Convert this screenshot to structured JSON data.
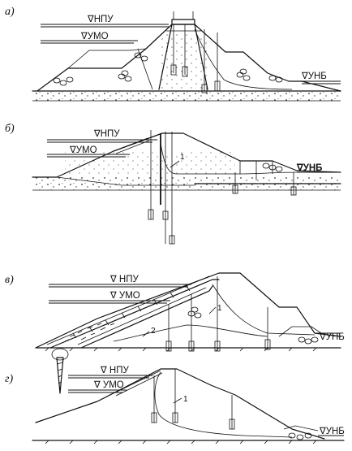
{
  "panels": [
    {
      "id": "a",
      "letter": "а)",
      "levels": [
        {
          "text": "∇НПУ"
        },
        {
          "text": "∇УМО"
        },
        {
          "text": "∇УНБ"
        }
      ],
      "numbers": []
    },
    {
      "id": "b",
      "letter": "б)",
      "levels": [
        {
          "text": "∇НПУ"
        },
        {
          "text": "∇УМО"
        },
        {
          "text": "∇УНБ"
        }
      ],
      "numbers": [
        "1"
      ]
    },
    {
      "id": "v",
      "letter": "в)",
      "levels": [
        {
          "text": "∇ НПУ"
        },
        {
          "text": "∇ УМО"
        },
        {
          "text": "∇УНБ"
        }
      ],
      "numbers": [
        "1",
        "2"
      ]
    },
    {
      "id": "g",
      "letter": "г)",
      "levels": [
        {
          "text": "∇ НПУ"
        },
        {
          "text": "∇ УМО"
        },
        {
          "text": "∇УНБ"
        }
      ],
      "numbers": [
        "1"
      ]
    }
  ],
  "icons": {
    "water_level": "inverted-triangle-level-icon",
    "piezometer": "piezometer-well-icon",
    "drill": "drill-bit-icon"
  }
}
